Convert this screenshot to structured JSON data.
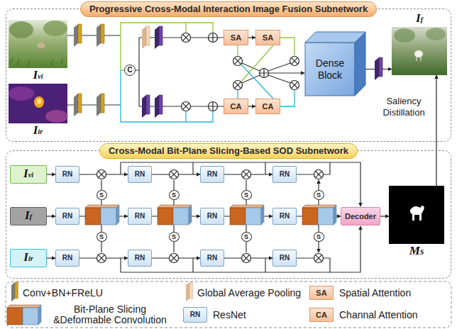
{
  "diagram": {
    "nodes": [
      {
        "text": [
          "Progressive Cross-Modal Interaction Image Fusion Subnetwork"
        ]
      },
      {
        "text": [
          "Ivi"
        ],
        "in": 0
      },
      {
        "text": [
          "Iir"
        ],
        "in": 0
      },
      {
        "text": [
          "C"
        ],
        "in": 0
      },
      {
        "text": [
          "SA"
        ],
        "in": 0
      },
      {
        "text": [
          "SA"
        ],
        "in": 0
      },
      {
        "text": [
          "CA"
        ],
        "in": 0
      },
      {
        "text": [
          "CA"
        ],
        "in": 0
      },
      {
        "text": [
          "Dense Block"
        ],
        "in": 0
      },
      {
        "text": [
          "If"
        ],
        "in": 0
      },
      {
        "text": [
          "Cross-Modal Bit-Plane Slicing-Based SOD Subnetwork"
        ]
      },
      {
        "text": [
          "Ivi"
        ],
        "in": 10
      },
      {
        "text": [
          "If"
        ],
        "in": 10
      },
      {
        "text": [
          "Iir"
        ],
        "in": 10
      },
      {
        "text": [
          "RN"
        ],
        "in": 10
      },
      {
        "text": [
          "RN"
        ],
        "in": 10
      },
      {
        "text": [
          "RN"
        ],
        "in": 10
      },
      {
        "text": [
          "RN"
        ],
        "in": 10
      },
      {
        "text": [
          "RN"
        ],
        "in": 10
      },
      {
        "text": [
          "RN"
        ],
        "in": 10
      },
      {
        "text": [
          "RN"
        ],
        "in": 10
      },
      {
        "text": [
          "RN"
        ],
        "in": 10
      },
      {
        "text": [
          "RN"
        ],
        "in": 10
      },
      {
        "text": [
          "RN"
        ],
        "in": 10
      },
      {
        "text": [
          "RN"
        ],
        "in": 10
      },
      {
        "text": [
          "RN"
        ],
        "in": 10
      },
      {
        "text": [
          "Decoder"
        ],
        "in": 10
      },
      {
        "text": [
          "S"
        ],
        "in": 10
      },
      {
        "text": [
          "S"
        ],
        "in": 10
      },
      {
        "text": [
          "S"
        ],
        "in": 10
      },
      {
        "text": [
          "S"
        ],
        "in": 10
      },
      {
        "text": [
          "S"
        ],
        "in": 10
      },
      {
        "text": [
          "S"
        ],
        "in": 10
      },
      {
        "text": [
          "S"
        ],
        "in": 10
      },
      {
        "text": [
          "S"
        ],
        "in": 10
      },
      {
        "text": [
          "MS"
        ],
        "in": 10
      }
    ],
    "edges": [
      {
        "from": 4,
        "to": 5,
        "arrow": "to"
      },
      {
        "from": 6,
        "to": 7,
        "arrow": "to"
      },
      {
        "from": 8,
        "to": 9,
        "arrow": "to"
      },
      {
        "from": 11,
        "to": 14,
        "arrow": "to"
      },
      {
        "from": 14,
        "to": 15,
        "arrow": "to"
      },
      {
        "from": 15,
        "to": 16,
        "arrow": "to"
      },
      {
        "from": 16,
        "to": 17,
        "arrow": "to"
      },
      {
        "from": 12,
        "to": 18,
        "arrow": "to"
      },
      {
        "from": 18,
        "to": 19,
        "arrow": "to"
      },
      {
        "from": 19,
        "to": 20,
        "arrow": "to"
      },
      {
        "from": 20,
        "to": 21,
        "arrow": "to"
      },
      {
        "from": 21,
        "to": 26,
        "arrow": "to"
      },
      {
        "from": 13,
        "to": 22,
        "arrow": "to"
      },
      {
        "from": 22,
        "to": 23,
        "arrow": "to"
      },
      {
        "from": 23,
        "to": 24,
        "arrow": "to"
      },
      {
        "from": 24,
        "to": 25,
        "arrow": "to"
      },
      {
        "from": 26,
        "to": 35,
        "arrow": "to"
      },
      {
        "from": 35,
        "to": 9,
        "label": "Saliency Distillation",
        "arrow": "to"
      }
    ],
    "labels": [
      "SA",
      "RN",
      "CA"
    ],
    "legend": [
      {
        "text": "Conv+BN+FReLU"
      },
      {
        "text": "Global Average Pooling"
      },
      {
        "text": "Spatial Attention"
      },
      {
        "text": "Bit-Plane Slicing &Deformable Convolution"
      },
      {
        "text": "ResNet"
      },
      {
        "text": "Channal Attention"
      }
    ]
  }
}
